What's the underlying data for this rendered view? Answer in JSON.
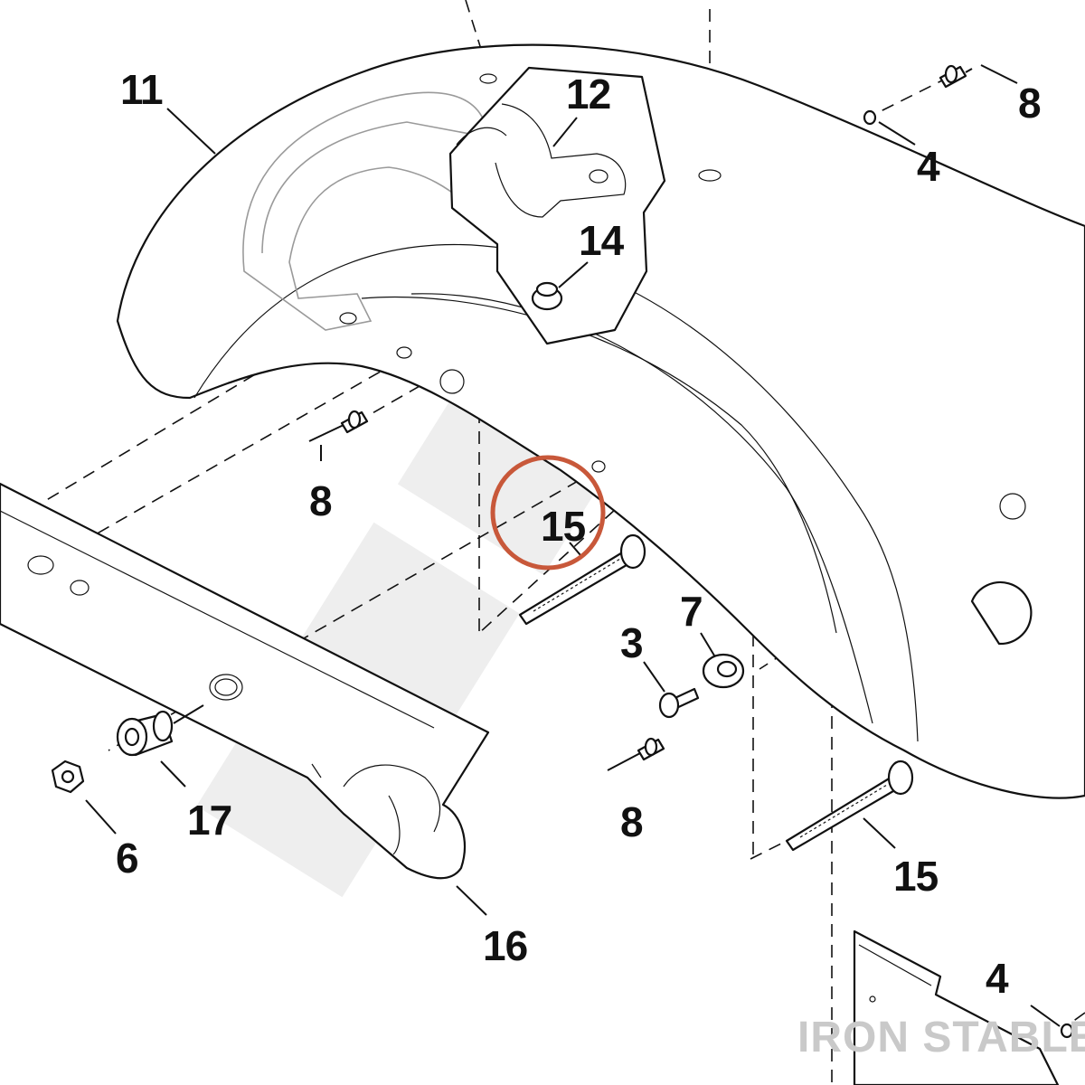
{
  "callouts": [
    {
      "id": "11",
      "label": "11"
    },
    {
      "id": "12",
      "label": "12"
    },
    {
      "id": "8a",
      "label": "8"
    },
    {
      "id": "4a",
      "label": "4"
    },
    {
      "id": "14",
      "label": "14"
    },
    {
      "id": "8b",
      "label": "8"
    },
    {
      "id": "15a",
      "label": "15"
    },
    {
      "id": "7",
      "label": "7"
    },
    {
      "id": "3",
      "label": "3"
    },
    {
      "id": "17",
      "label": "17"
    },
    {
      "id": "6",
      "label": "6"
    },
    {
      "id": "8c",
      "label": "8"
    },
    {
      "id": "15b",
      "label": "15"
    },
    {
      "id": "16",
      "label": "16"
    },
    {
      "id": "4b",
      "label": "4"
    }
  ],
  "highlight": {
    "callout": "15",
    "color": "#c8583a"
  },
  "watermark": {
    "text": "IRON STABLE"
  },
  "colors": {
    "line": "#111111",
    "ghost": "#9a9a9a",
    "highlight": "#c8583a",
    "watermark": "#c9c9c9"
  }
}
